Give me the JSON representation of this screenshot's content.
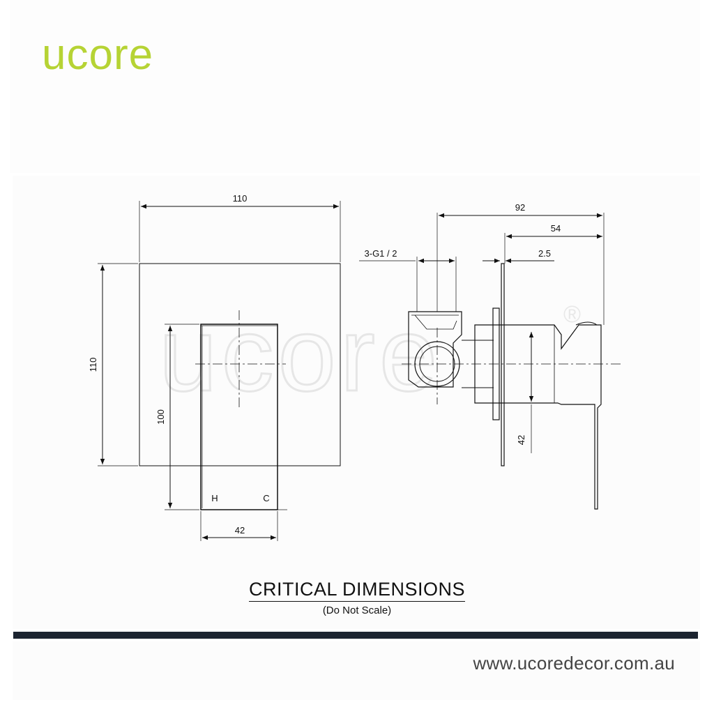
{
  "brand": {
    "logo_text": "ucore",
    "logo_color": "#b6d334",
    "watermark_text": "ucore",
    "registered_mark": "®"
  },
  "drawing": {
    "front_view": {
      "plate_width": "110",
      "plate_height": "110",
      "handle_height": "100",
      "handle_width": "42",
      "hot_label": "H",
      "cold_label": "C"
    },
    "side_view": {
      "total_depth": "92",
      "projection": "54",
      "plate_thickness": "2.5",
      "inlet_label": "3-G1 / 2",
      "handle_offset": "42"
    }
  },
  "title": {
    "main": "CRITICAL DIMENSIONS",
    "sub": "(Do Not Scale)"
  },
  "footer": {
    "url": "www.ucoredecor.com.au"
  },
  "colors": {
    "accent_rule": "#1c2430",
    "line": "#111111"
  }
}
